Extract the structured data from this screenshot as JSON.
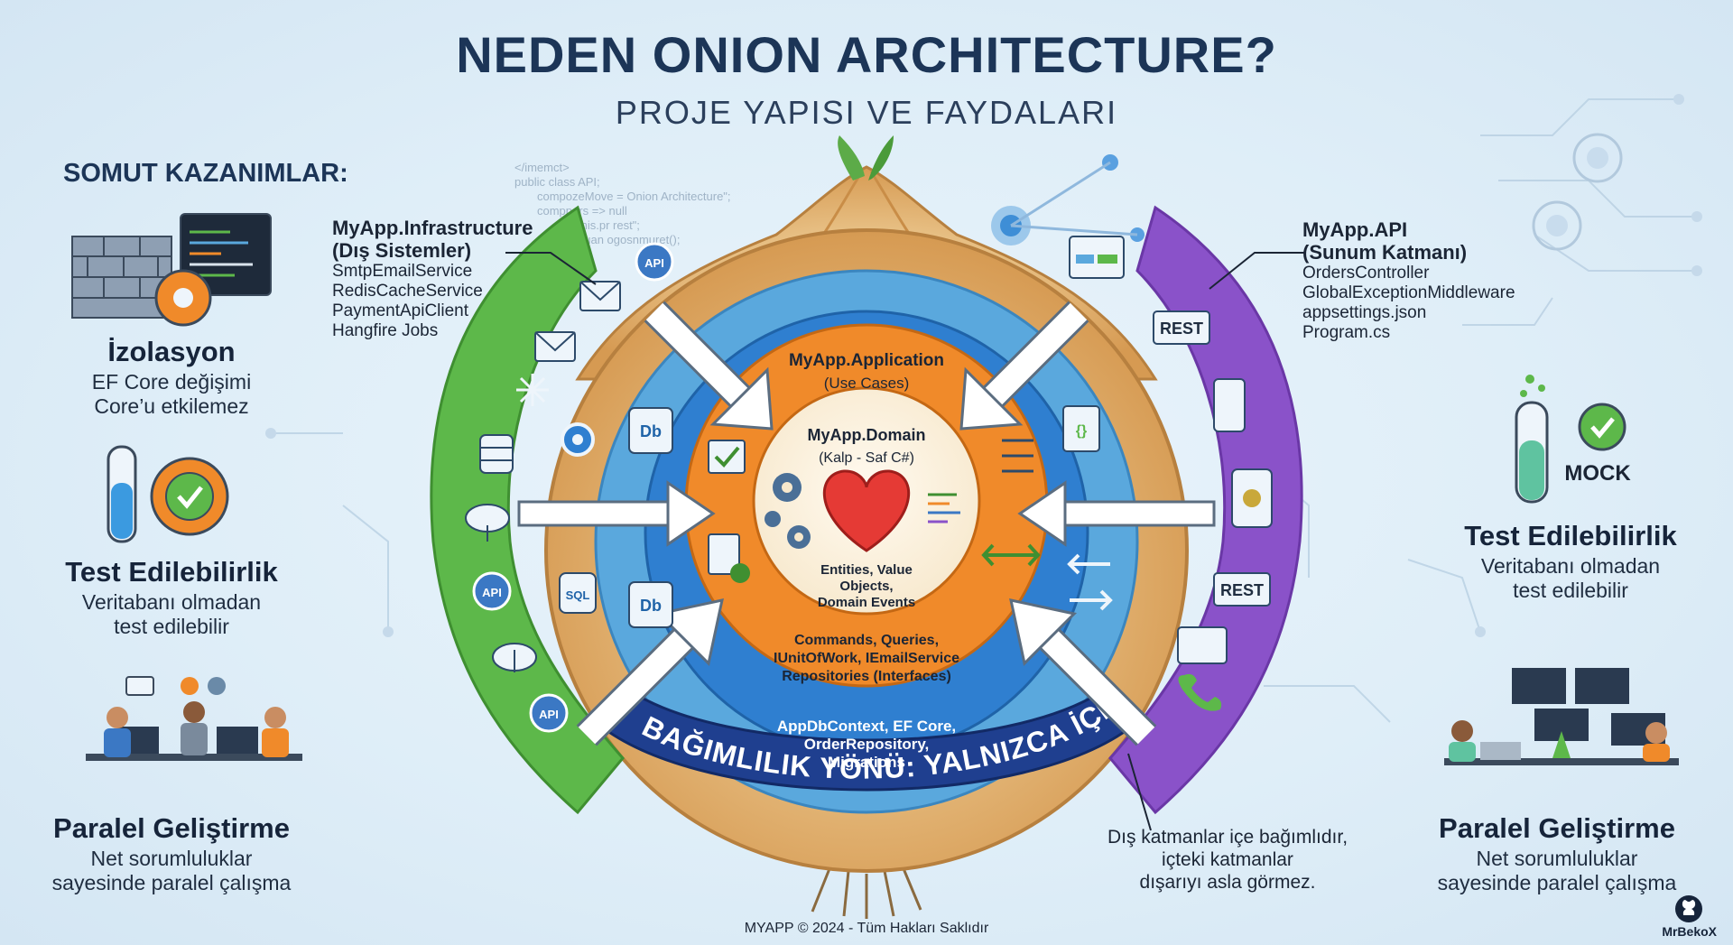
{
  "header": {
    "title": "NEDEN ONION ARCHITECTURE?",
    "subtitle": "PROJE YAPISI VE FAYDALARI"
  },
  "benefits": {
    "heading": "SOMUT KAZANIMLAR:",
    "left": [
      {
        "title": "İzolasyon",
        "lines": [
          "EF Core değişimi",
          "Core’u etkilemez"
        ]
      },
      {
        "title": "Test Edilebilirlik",
        "lines": [
          "Veritabanı olmadan",
          "test edilebilir"
        ]
      },
      {
        "title": "Paralel Geliştirme",
        "lines": [
          "Net sorumluluklar",
          "sayesinde paralel çalışma"
        ]
      }
    ],
    "right": [
      {
        "title": "Test Edilebilirlik",
        "lines": [
          "Veritabanı olmadan",
          "test edilebilir"
        ],
        "badge": "MOCK"
      },
      {
        "title": "Paralel Geliştirme",
        "lines": [
          "Net sorumluluklar",
          "sayesinde paralel çalışma"
        ]
      }
    ]
  },
  "layers": {
    "infrastructure": {
      "title": "MyApp.Infrastructure",
      "subtitle": "(Dış Sistemler)",
      "items": [
        "SmtpEmailService",
        "RedisCacheService",
        "PaymentApiClient",
        "Hangfire Jobs"
      ]
    },
    "api": {
      "title": "MyApp.API",
      "subtitle": "(Sunum Katmanı)",
      "items": [
        "OrdersController",
        "GlobalExceptionMiddleware",
        "appsettings.json",
        "Program.cs"
      ]
    },
    "application": {
      "title": "MyApp.Application",
      "subtitle": "(Use Cases)",
      "items": [
        "Commands, Queries,",
        "IUnitOfWork, IEmailService",
        "Repositories (Interfaces)"
      ]
    },
    "domain": {
      "title": "MyApp.Domain",
      "subtitle": "(Kalp - Saf C#)",
      "items": [
        "Entities, Value",
        "Objects,",
        "Domain Events"
      ]
    },
    "persistence": {
      "items": [
        "AppDbContext, EF Core,",
        "OrderRepository,",
        "Migrations"
      ]
    }
  },
  "banner": "BAĞIMLILIK YÖNÜ: YALNIZCA İÇE",
  "note": [
    "Dış katmanlar içe bağımlıdır,",
    "içteki katmanlar",
    "dışarıyı asla görmez."
  ],
  "code_snippet": [
    "</imemct>",
    "public class API;",
    "compozeMove = Onion Architecture\";",
    "comppers => null",
    "this.pr        rest\";",
    "quan       ogosnmuret();"
  ],
  "icon_labels": {
    "api": "API",
    "db": "Db",
    "sql": "SQL",
    "rest": "REST"
  },
  "footer": "MYAPP © 2024 - Tüm Hakları Saklıdır",
  "brand": "MrBekoX",
  "colors": {
    "title": "#1c3557",
    "green": "#5db84a",
    "blue_outer": "#5aa8dd",
    "blue_inner": "#2f7fd0",
    "orange": "#f08a2a",
    "purple": "#8a52c9",
    "onion": "#e9c98c",
    "banner": "#1f3f8f"
  }
}
